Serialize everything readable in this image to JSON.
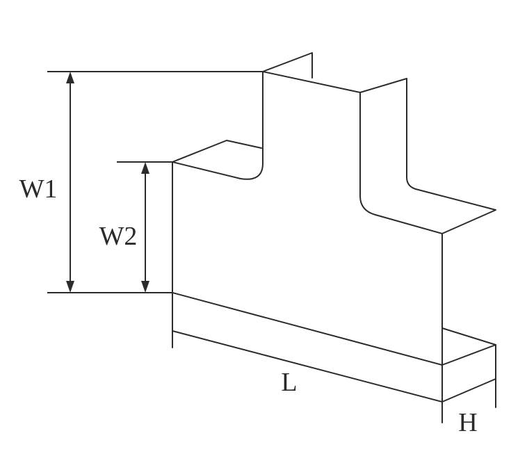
{
  "labels": {
    "w1": "W1",
    "w2": "W2",
    "l": "L",
    "h": "H"
  },
  "colors": {
    "line": "#2b2b2b",
    "background": "#ffffff"
  }
}
